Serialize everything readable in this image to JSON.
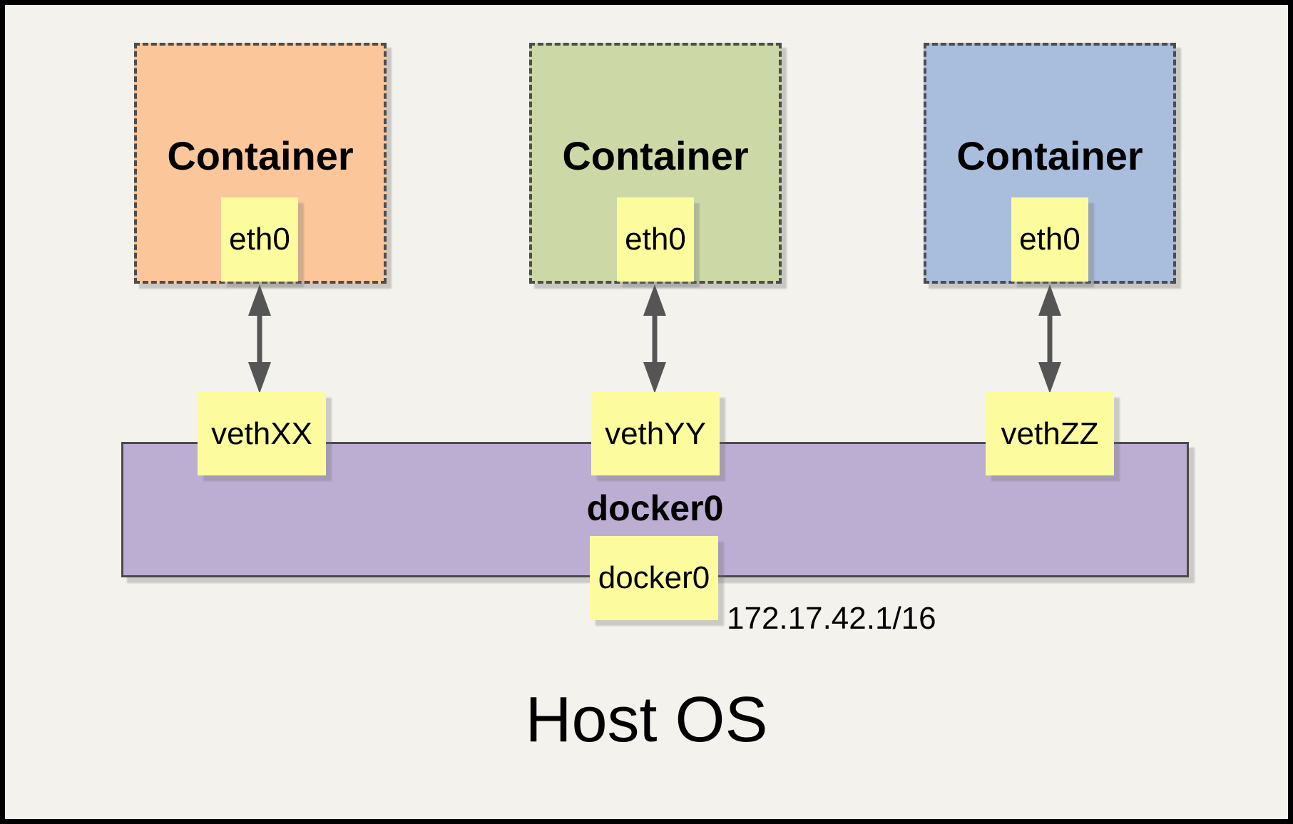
{
  "containers": [
    {
      "label": "Container",
      "interface": "eth0",
      "veth": "vethXX",
      "color": "#FBC79A"
    },
    {
      "label": "Container",
      "interface": "eth0",
      "veth": "vethYY",
      "color": "#CCD9A6"
    },
    {
      "label": "Container",
      "interface": "eth0",
      "veth": "vethZZ",
      "color": "#A9BDDC"
    }
  ],
  "bridge": {
    "label": "docker0",
    "interface_box": "docker0",
    "ip": "172.17.42.1/16",
    "color": "#BCAED3"
  },
  "host": {
    "label": "Host OS"
  },
  "colors": {
    "background": "#F4F2EC",
    "outer_border": "#000000",
    "note_yellow": "#FCFC9E",
    "arrow_gray": "#555555",
    "dashed_border": "#4D4D4D"
  }
}
